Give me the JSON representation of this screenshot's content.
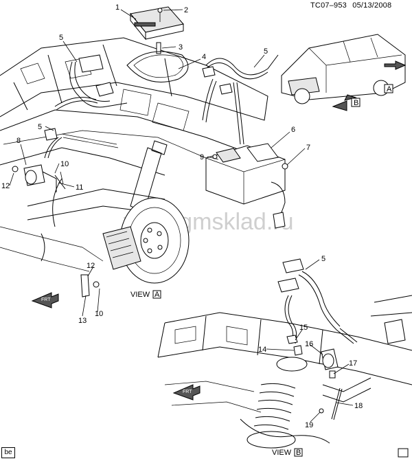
{
  "header": {
    "code": "TC07–953",
    "date": "05/13/2008"
  },
  "watermark": "www.gmsklad.ru",
  "views": {
    "a": {
      "label": "VIEW",
      "letter": "A"
    },
    "b": {
      "label": "VIEW",
      "letter": "B"
    }
  },
  "view_markers": {
    "a": "A",
    "b": "B"
  },
  "front_arrow_text": "FRT",
  "footer_tag": "be",
  "callouts": [
    "1",
    "2",
    "3",
    "4",
    "5",
    "5",
    "5",
    "5",
    "6",
    "7",
    "8",
    "9",
    "10",
    "10",
    "11",
    "12",
    "12",
    "13",
    "14",
    "15",
    "16",
    "17",
    "18",
    "19"
  ]
}
